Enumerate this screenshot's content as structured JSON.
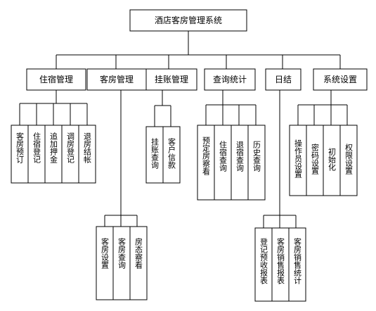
{
  "root": "酒店客房管理系统",
  "modules": [
    {
      "label": "住宿管理",
      "children": [
        "客房预订",
        "住宿登记",
        "追加押金",
        "调房登记",
        "退房结帐"
      ]
    },
    {
      "label": "客房管理",
      "children": [
        "客房设置",
        "客房查询",
        "房态察看"
      ]
    },
    {
      "label": "挂账管理",
      "children": [
        "挂账查询",
        "客户信款"
      ]
    },
    {
      "label": "查询统计",
      "children": [
        "预定房察看",
        "住宿查询",
        "退宿查询",
        "历史查询"
      ]
    },
    {
      "label": "日结",
      "children": [
        "登记预收报表",
        "客房销售报表",
        "客房销售统计"
      ]
    },
    {
      "label": "系统设置",
      "children": [
        "操作员设置",
        "密码设置",
        "初始化",
        "权限设置"
      ]
    }
  ]
}
